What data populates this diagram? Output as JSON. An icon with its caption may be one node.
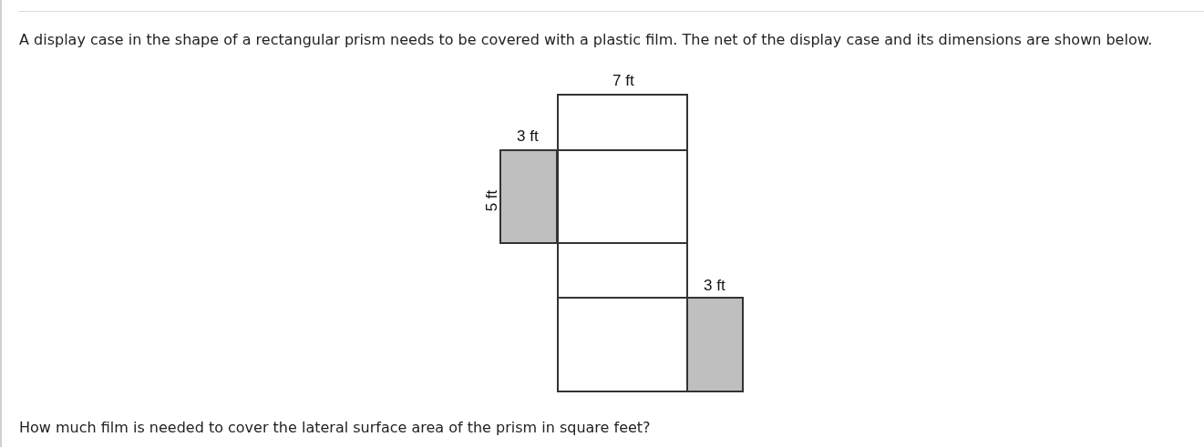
{
  "diagram": {
    "nodes": [
      {
        "text": [],
        "shape": "box"
      },
      {
        "text": [],
        "shape": "box"
      },
      {
        "text": [],
        "shape": "box"
      },
      {
        "text": [],
        "shape": "box"
      },
      {
        "text": [],
        "shape": "box"
      },
      {
        "text": [],
        "shape": "box"
      }
    ],
    "labels": [
      "A display case in the shape of a rectangular prism needs to be covered with a plastic film. The net of the display case and its dimensions are shown below.",
      "7 ft",
      "3 ft",
      "5 ft",
      "3 ft",
      "How much film is needed to cover the lateral surface area of the prism in square feet?"
    ]
  }
}
